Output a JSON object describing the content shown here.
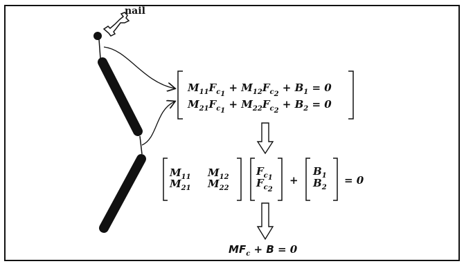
{
  "nail_label": "nail",
  "equations": {
    "eq1": {
      "M11": "M",
      "M11_sub": "11",
      "Fc1": "F",
      "Fc1_sub": "c",
      "Fc1_subsub": "1",
      "plus1": "+",
      "M12": "M",
      "M12_sub": "12",
      "Fc2": "F",
      "Fc2_sub": "c",
      "Fc2_subsub": "2",
      "plus2": "+",
      "B": "B",
      "B_sub": "1",
      "equals": "= 0"
    },
    "eq2": {
      "M21": "M",
      "M21_sub": "21",
      "Fc1": "F",
      "Fc1_sub": "c",
      "Fc1_subsub": "1",
      "plus1": "+",
      "M22": "M",
      "M22_sub": "22",
      "Fc2": "F",
      "Fc2_sub": "c",
      "Fc2_subsub": "2",
      "plus2": "+",
      "B": "B",
      "B_sub": "2",
      "equals": "= 0"
    }
  },
  "matrix_form": {
    "M11": "M",
    "M11_sub": "11",
    "M12": "M",
    "M12_sub": "12",
    "M21": "M",
    "M21_sub": "21",
    "M22": "M",
    "M22_sub": "22",
    "F1": "F",
    "F1_sub": "c",
    "F1_subsub": "1",
    "F2": "F",
    "F2_sub": "c",
    "F2_subsub": "2",
    "plus": "+",
    "B1": "B",
    "B1_sub": "1",
    "B2": "B",
    "B2_sub": "2",
    "equals": "= 0"
  },
  "compact_form": {
    "M": "M",
    "F": "F",
    "F_sub": "c",
    "plus": "+",
    "B": "B",
    "equals": "= 0"
  },
  "colors": {
    "stroke": "#111111",
    "background": "#ffffff"
  }
}
